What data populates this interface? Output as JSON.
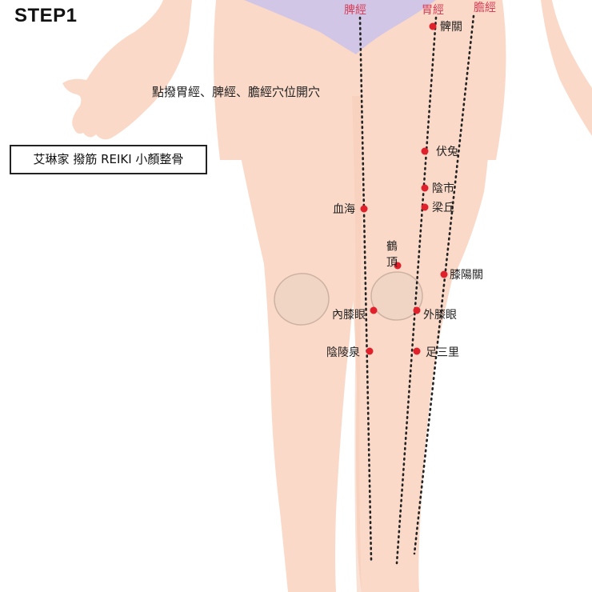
{
  "header": {
    "step": "STEP1",
    "instruction": "點撥胃經、脾經、膽經穴位開穴",
    "brand": "艾琳家 撥筋 REIKI 小顏整骨"
  },
  "colors": {
    "skin": "#fbd9c8",
    "skin_shade": "#f5c9b4",
    "underwear": "#d2c6e6",
    "kneecap": "#f0d5c4",
    "kneecap_stroke": "#cdb2a3",
    "point": "#e0202a",
    "meridian_label": "#d6405a",
    "line": "#222222"
  },
  "meridians": [
    {
      "label": "脾經"
    },
    {
      "label": "胃經"
    },
    {
      "label": "膽經"
    }
  ],
  "acupoints": [
    {
      "label": "髀關"
    },
    {
      "label": "伏兔"
    },
    {
      "label": "陰市"
    },
    {
      "label": "梁丘"
    },
    {
      "label": "血海"
    },
    {
      "label": "鶴頂"
    },
    {
      "label": "膝陽關"
    },
    {
      "label": "內膝眼"
    },
    {
      "label": "外膝眼"
    },
    {
      "label": "陰陵泉"
    },
    {
      "label": "足三里"
    }
  ]
}
